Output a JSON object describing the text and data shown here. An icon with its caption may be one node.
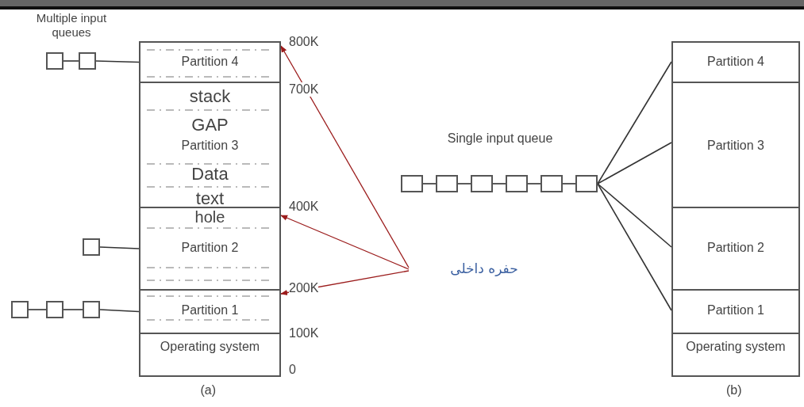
{
  "diagram": {
    "nodes": [
      {
        "text": [
          "Partition 4"
        ]
      },
      {
        "text": [
          "stack",
          "GAP",
          "Partition 3",
          "Data",
          "text"
        ]
      },
      {
        "text": [
          "hole",
          "Partition 2"
        ]
      },
      {
        "text": [
          "Partition 1"
        ]
      },
      {
        "text": [
          "Operating system"
        ],
        "beside": [
          "(a)"
        ]
      },
      {
        "text": [],
        "shape": "box"
      },
      {
        "text": [],
        "shape": "box"
      },
      {
        "text": [],
        "shape": "box"
      },
      {
        "text": [],
        "shape": "box"
      },
      {
        "text": [],
        "shape": "box"
      },
      {
        "text": [],
        "shape": "box"
      },
      {
        "text": [
          "حفره داخلی"
        ]
      },
      {
        "text": [],
        "shape": "box"
      },
      {
        "text": [],
        "shape": "box"
      },
      {
        "text": [],
        "shape": "box"
      },
      {
        "text": [],
        "shape": "box"
      },
      {
        "text": [],
        "shape": "box"
      },
      {
        "text": [],
        "shape": "box"
      },
      {
        "text": [
          "Partition 4"
        ]
      },
      {
        "text": [
          "Partition 3"
        ]
      },
      {
        "text": [
          "Partition 2"
        ]
      },
      {
        "text": [
          "Partition 1"
        ]
      },
      {
        "text": [
          "Operating system"
        ],
        "beside": [
          "(b)"
        ]
      }
    ],
    "edges": [
      {
        "from": 5,
        "to": 6,
        "arrow": "none"
      },
      {
        "from": 6,
        "to": 0,
        "arrow": "none"
      },
      {
        "from": 7,
        "to": 2,
        "arrow": "none"
      },
      {
        "from": 8,
        "to": 9,
        "arrow": "none"
      },
      {
        "from": 9,
        "to": 10,
        "arrow": "none"
      },
      {
        "from": 10,
        "to": 3,
        "arrow": "none"
      },
      {
        "from": 11,
        "to": 0,
        "arrow": "to",
        "color": "#9b1c1c"
      },
      {
        "from": 11,
        "to": 2,
        "arrow": "to",
        "color": "#9b1c1c"
      },
      {
        "from": 11,
        "to": 3,
        "arrow": "to",
        "color": "#9b1c1c"
      },
      {
        "from": 12,
        "to": 13,
        "arrow": "none"
      },
      {
        "from": 13,
        "to": 14,
        "arrow": "none"
      },
      {
        "from": 14,
        "to": 15,
        "arrow": "none"
      },
      {
        "from": 15,
        "to": 16,
        "arrow": "none"
      },
      {
        "from": 16,
        "to": 17,
        "arrow": "none"
      },
      {
        "from": 17,
        "to": 18,
        "arrow": "none"
      },
      {
        "from": 17,
        "to": 19,
        "arrow": "none"
      },
      {
        "from": 17,
        "to": 20,
        "arrow": "none"
      },
      {
        "from": 17,
        "to": 21,
        "arrow": "none"
      }
    ],
    "labels": [
      "Multiple input queues",
      "800K",
      "700K",
      "400K",
      "200K",
      "100K",
      "0",
      "Single input queue"
    ]
  }
}
